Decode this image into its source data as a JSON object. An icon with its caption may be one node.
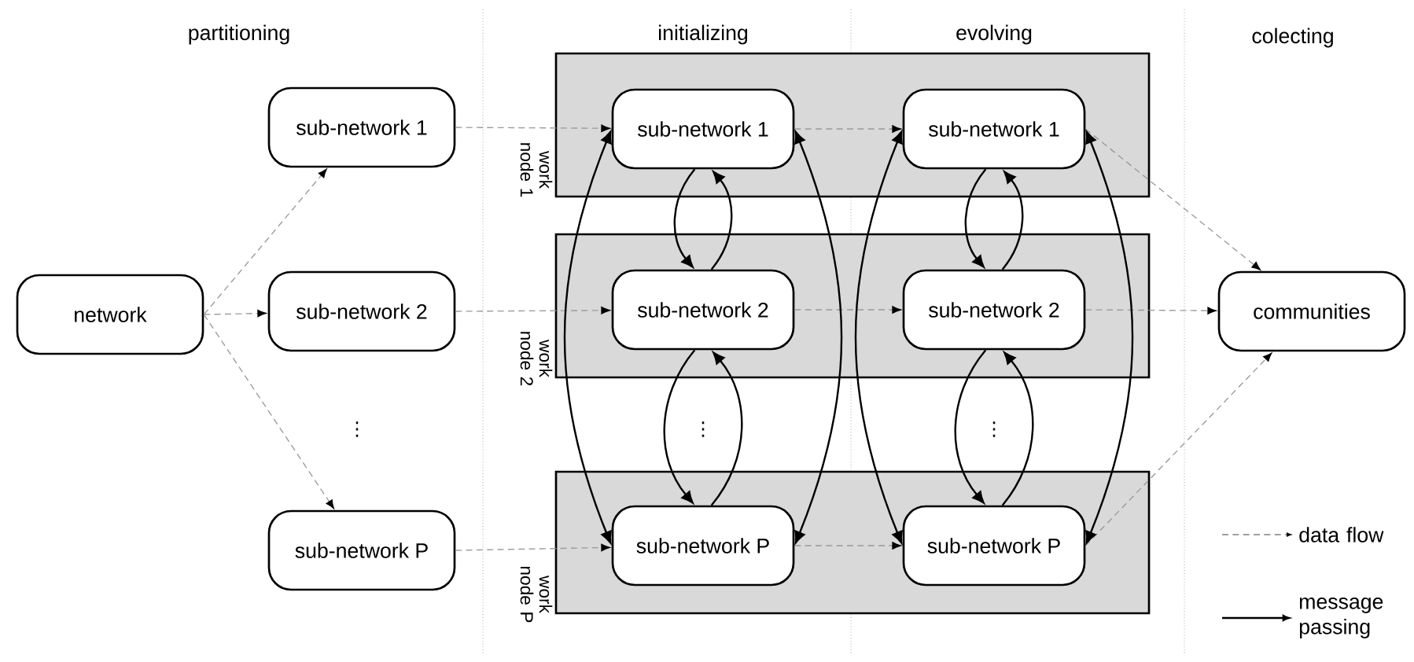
{
  "diagram": {
    "nodes": [
      {
        "text": [
          "network"
        ]
      },
      {
        "text": [
          "sub-network 1"
        ]
      },
      {
        "text": [
          "sub-network 2"
        ]
      },
      {
        "text": [
          "sub-network P"
        ]
      },
      {
        "text": [
          "work node 1"
        ]
      },
      {
        "text": [
          "sub-network 1"
        ],
        "in": 4
      },
      {
        "text": [
          "sub-network 1"
        ],
        "in": 4
      },
      {
        "text": [
          "work node 2"
        ]
      },
      {
        "text": [
          "sub-network 2"
        ],
        "in": 7
      },
      {
        "text": [
          "sub-network 2"
        ],
        "in": 7
      },
      {
        "text": [
          "work node P"
        ]
      },
      {
        "text": [
          "sub-network P"
        ],
        "in": 10
      },
      {
        "text": [
          "sub-network P"
        ],
        "in": 10
      },
      {
        "text": [
          "communities"
        ]
      }
    ],
    "edges": [
      {
        "from": 0,
        "to": 1,
        "arrow": "to",
        "style": "dashed",
        "color": "#999999"
      },
      {
        "from": 0,
        "to": 2,
        "arrow": "to",
        "style": "dashed",
        "color": "#999999"
      },
      {
        "from": 0,
        "to": 3,
        "arrow": "to",
        "style": "dashed",
        "color": "#999999"
      },
      {
        "from": 1,
        "to": 5,
        "arrow": "to",
        "style": "dashed",
        "color": "#999999"
      },
      {
        "from": 2,
        "to": 8,
        "arrow": "to",
        "style": "dashed",
        "color": "#999999"
      },
      {
        "from": 3,
        "to": 11,
        "arrow": "to",
        "style": "dashed",
        "color": "#999999"
      },
      {
        "from": 5,
        "to": 6,
        "arrow": "to",
        "style": "dashed",
        "color": "#999999"
      },
      {
        "from": 8,
        "to": 9,
        "arrow": "to",
        "style": "dashed",
        "color": "#999999"
      },
      {
        "from": 11,
        "to": 12,
        "arrow": "to",
        "style": "dashed",
        "color": "#999999"
      },
      {
        "from": 6,
        "to": 13,
        "arrow": "to",
        "style": "dashed",
        "color": "#999999"
      },
      {
        "from": 9,
        "to": 13,
        "arrow": "to",
        "style": "dashed",
        "color": "#999999"
      },
      {
        "from": 12,
        "to": 13,
        "arrow": "to",
        "style": "dashed",
        "color": "#999999"
      },
      {
        "from": 5,
        "to": 11,
        "arrow": "both",
        "color": "#000000"
      },
      {
        "from": 5,
        "to": 11,
        "arrow": "both",
        "color": "#000000"
      },
      {
        "from": 5,
        "to": 8,
        "arrow": "to",
        "color": "#000000"
      },
      {
        "from": 8,
        "to": 5,
        "arrow": "to",
        "color": "#000000"
      },
      {
        "from": 8,
        "to": 11,
        "arrow": "to",
        "color": "#000000"
      },
      {
        "from": 11,
        "to": 8,
        "arrow": "to",
        "color": "#000000"
      },
      {
        "from": 6,
        "to": 12,
        "arrow": "both",
        "color": "#000000"
      },
      {
        "from": 6,
        "to": 12,
        "arrow": "both",
        "color": "#000000"
      },
      {
        "from": 6,
        "to": 9,
        "arrow": "to",
        "color": "#000000"
      },
      {
        "from": 9,
        "to": 6,
        "arrow": "to",
        "color": "#000000"
      },
      {
        "from": 9,
        "to": 12,
        "arrow": "to",
        "color": "#000000"
      },
      {
        "from": 12,
        "to": 9,
        "arrow": "to",
        "color": "#000000"
      }
    ],
    "labels": [
      "partitioning",
      "initializing",
      "evolving",
      "colecting",
      "⋮",
      "⋮",
      "⋮"
    ],
    "legend": [
      {
        "text": "data flow"
      },
      {
        "text": "message passing"
      }
    ]
  }
}
